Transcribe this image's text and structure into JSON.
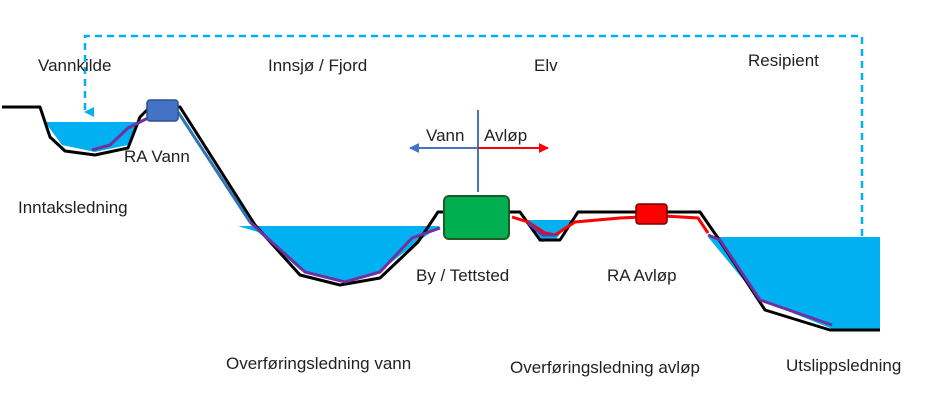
{
  "labels": {
    "vannkilde": "Vannkilde",
    "innsjo_fjord": "Innsjø / Fjord",
    "elv": "Elv",
    "resipient": "Resipient",
    "ra_vann": "RA Vann",
    "inntaksledning": "Inntaksledning",
    "vann": "Vann",
    "avlop": "Avløp",
    "by_tettsted": "By / Tettsted",
    "ra_avlop": "RA Avløp",
    "overforingsledning_vann": "Overføringsledning vann",
    "overforingsledning_avlop": "Overføringsledning avløp",
    "utslippsledning": "Utslippsledning"
  },
  "colors": {
    "water": "#00b0f0",
    "ground": "#000000",
    "pipe_purple": "#7030a0",
    "pipe_blue": "#2e75b6",
    "pipe_red": "#ff0000",
    "ra_vann_box": "#4472c4",
    "town_box": "#00b050",
    "ra_avlop_box": "#ff0000",
    "return_dashed": "#00b0f0",
    "arrow_vann": "#4472c4",
    "arrow_avlop": "#ff0000"
  }
}
